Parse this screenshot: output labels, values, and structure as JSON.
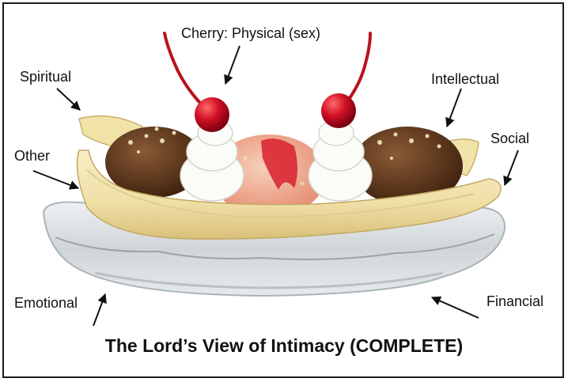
{
  "labels": {
    "cherry": "Cherry: Physical (sex)",
    "spiritual": "Spiritual",
    "intellectual": "Intellectual",
    "social": "Social",
    "other": "Other",
    "emotional": "Emotional",
    "financial": "Financial"
  },
  "caption": "The Lord’s View of Intimacy (COMPLETE)",
  "colors": {
    "banana": "#f3e6b0",
    "cherry": "#c8102e",
    "whipped_cream": "#fbfbf8",
    "chocolate": "#5a3218",
    "strawberry": "#e8806a",
    "glass": "#d8dde0",
    "border": "#1a1a1a"
  }
}
